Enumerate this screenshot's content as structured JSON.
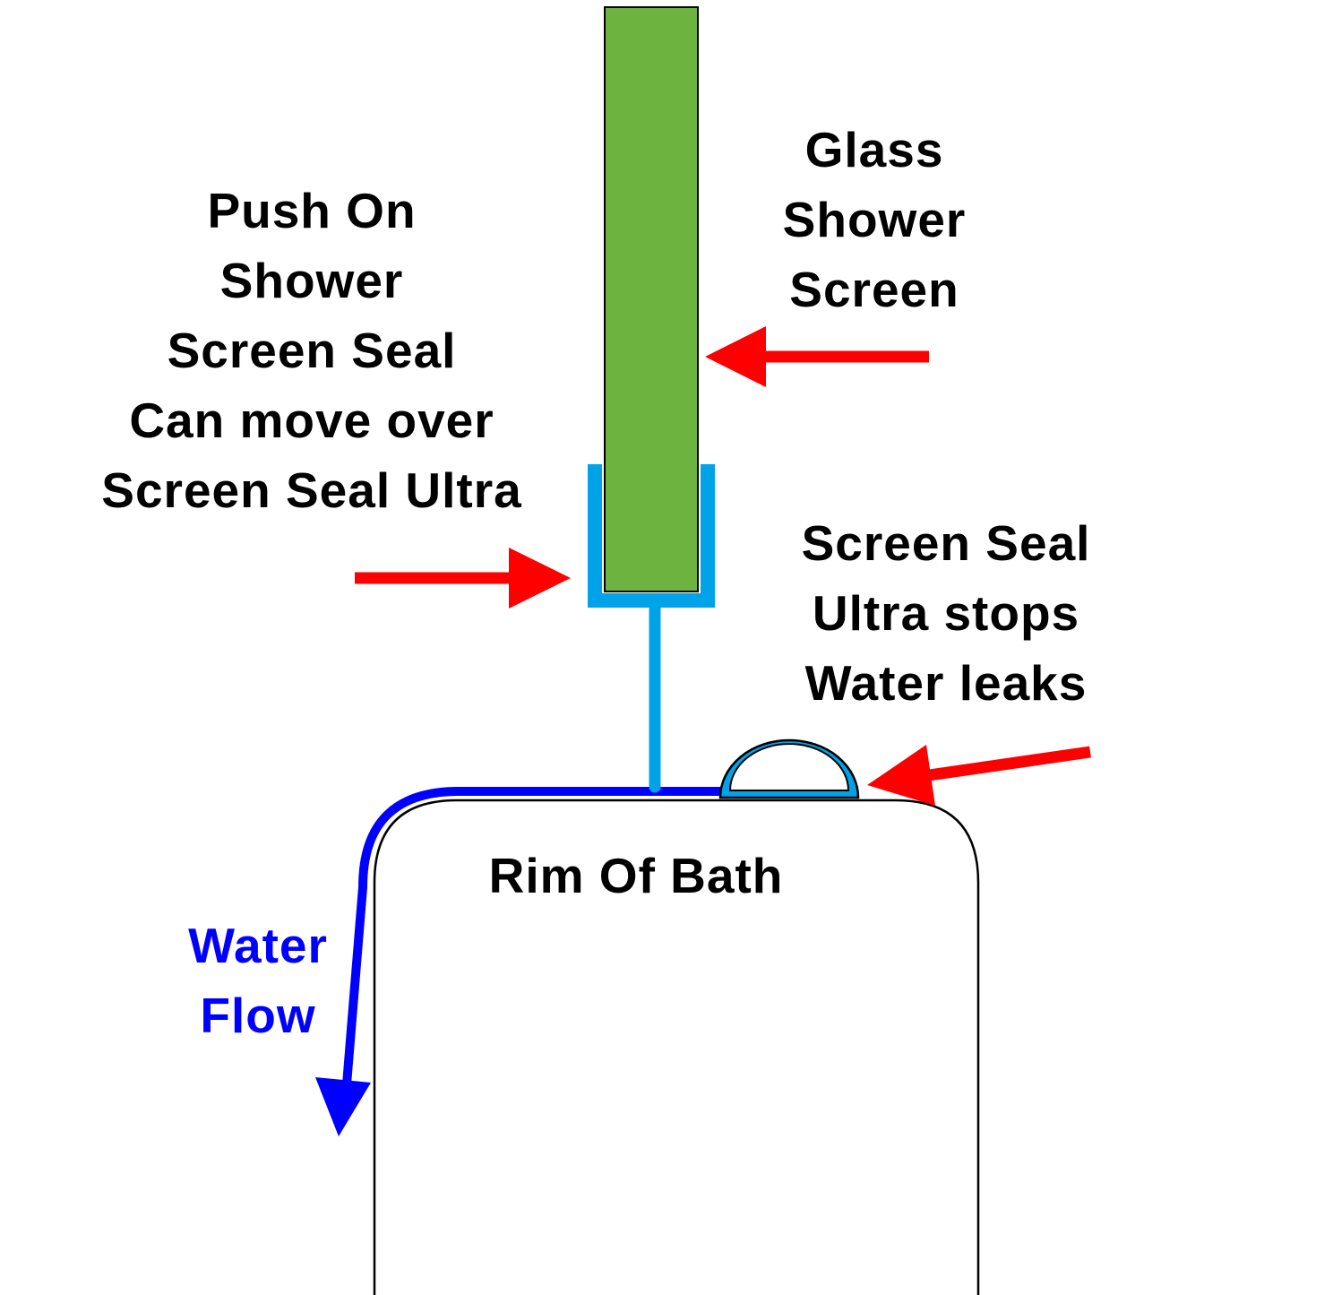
{
  "labels": {
    "push_on": [
      "Push On",
      "Shower",
      "Screen Seal",
      "Can move over",
      "Screen Seal Ultra"
    ],
    "glass": [
      "Glass",
      "Shower",
      "Screen"
    ],
    "seal_ultra": [
      "Screen Seal",
      "Ultra stops",
      "Water leaks"
    ],
    "rim": [
      "Rim Of Bath"
    ],
    "water_flow": [
      "Water",
      "Flow"
    ]
  },
  "colors": {
    "glass_fill": "#6db33f",
    "seal_blue": "#00a2e8",
    "arrow_red": "#ff0000",
    "water_blue": "#0000ff",
    "text": "#000000",
    "outline": "#000000"
  }
}
